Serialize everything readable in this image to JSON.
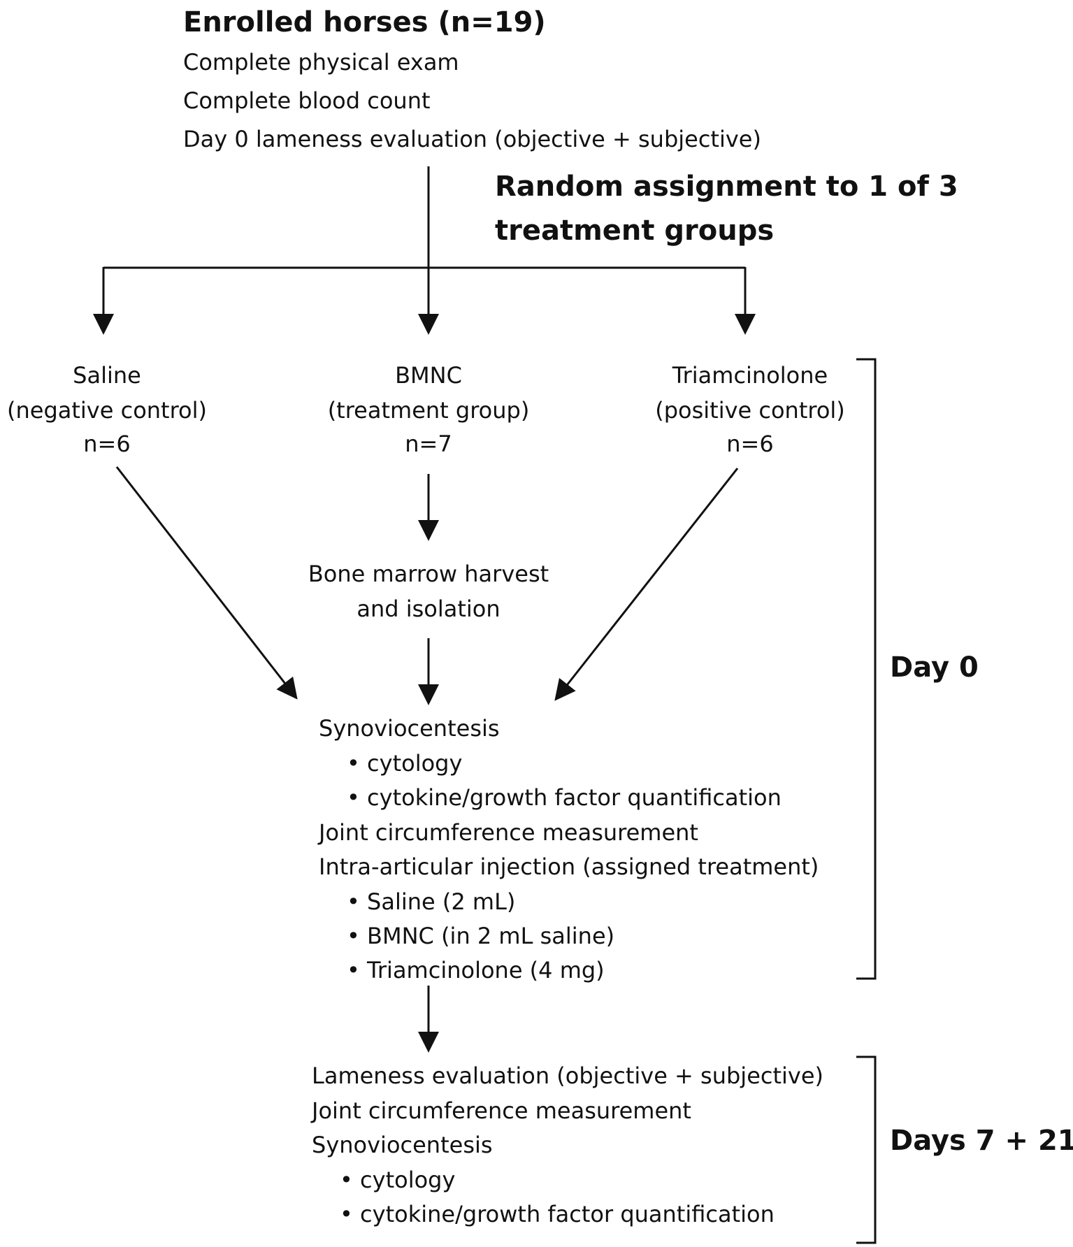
{
  "enrollment": {
    "title": "Enrolled horses (n=19)",
    "lines": [
      "Complete physical exam",
      "Complete blood count",
      "Day 0 lameness evaluation (objective + subjective)"
    ]
  },
  "randomization": {
    "line1": "Random assignment to 1 of 3",
    "line2": "treatment groups"
  },
  "groups": [
    {
      "name": "Saline",
      "role": "(negative control)",
      "n": "n=6"
    },
    {
      "name": "BMNC",
      "role": "(treatment group)",
      "n": "n=7"
    },
    {
      "name": "Triamcinolone",
      "role": "(positive control)",
      "n": "n=6"
    }
  ],
  "harvest": {
    "line1": "Bone marrow harvest",
    "line2": "and isolation"
  },
  "day0_procedures": {
    "synovio": "Synoviocentesis",
    "synovio_items": [
      "cytology",
      "cytokine/growth factor quantification"
    ],
    "circumference": "Joint circumference measurement",
    "injection": "Intra-articular injection (assigned treatment)",
    "injection_items": [
      "Saline (2 mL)",
      "BMNC (in 2 mL saline)",
      "Triamcinolone (4 mg)"
    ]
  },
  "followup": {
    "lameness": "Lameness evaluation (objective + subjective)",
    "circumference": "Joint circumference measurement",
    "synovio": "Synoviocentesis",
    "synovio_items": [
      "cytology",
      "cytokine/growth factor quantification"
    ]
  },
  "time_labels": {
    "day0": "Day 0",
    "days_7_21": "Days 7 + 21"
  },
  "bullet": "•"
}
